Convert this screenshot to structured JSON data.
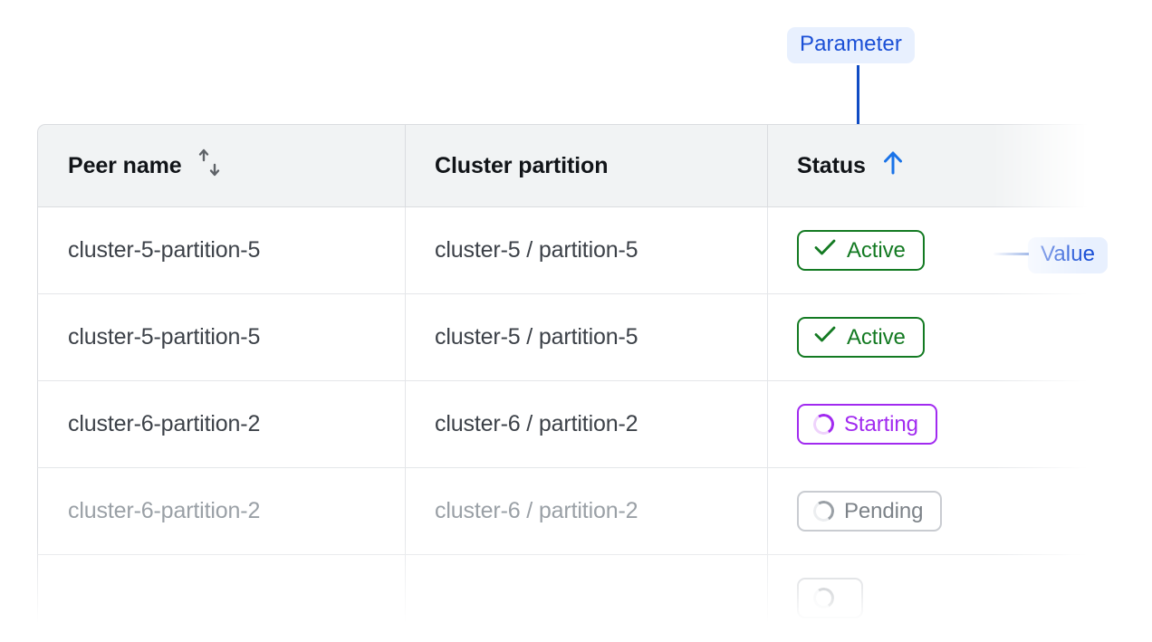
{
  "annotations": [
    {
      "id": "parameter",
      "label": "Parameter"
    },
    {
      "id": "value",
      "label": "Value"
    }
  ],
  "colors": {
    "annotation_text": "#1a4fd6",
    "annotation_bg": "#e8f0fe",
    "annotation_line": "#0f4bc4",
    "active": "#137a22",
    "starting": "#a12af0",
    "pending": "#7c8288",
    "header_bg": "#f1f3f4",
    "border": "#dadce0",
    "sort_active": "#1a73e8"
  },
  "table": {
    "columns": [
      {
        "key": "peer",
        "label": "Peer name",
        "sort_icon": "sort-updown-icon",
        "sorted": false
      },
      {
        "key": "cluster",
        "label": "Cluster partition",
        "sort_icon": null,
        "sorted": false
      },
      {
        "key": "status",
        "label": "Status",
        "sort_icon": "sort-up-icon",
        "sorted": true
      }
    ],
    "rows": [
      {
        "peer": "cluster-5-partition-5",
        "cluster": "cluster-5 / partition-5",
        "status": {
          "label": "Active",
          "variant": "active",
          "icon": "check-icon"
        },
        "dim": false
      },
      {
        "peer": "cluster-5-partition-5",
        "cluster": "cluster-5 / partition-5",
        "status": {
          "label": "Active",
          "variant": "active",
          "icon": "check-icon"
        },
        "dim": false
      },
      {
        "peer": "cluster-6-partition-2",
        "cluster": "cluster-6 / partition-2",
        "status": {
          "label": "Starting",
          "variant": "starting",
          "icon": "spinner-icon"
        },
        "dim": false
      },
      {
        "peer": "cluster-6-partition-2",
        "cluster": "cluster-6 / partition-2",
        "status": {
          "label": "Pending",
          "variant": "pending",
          "icon": "spinner-icon"
        },
        "dim": true
      },
      {
        "peer": "",
        "cluster": "",
        "status": {
          "label": "",
          "variant": "pending",
          "icon": "spinner-icon"
        },
        "dim": true
      }
    ]
  }
}
